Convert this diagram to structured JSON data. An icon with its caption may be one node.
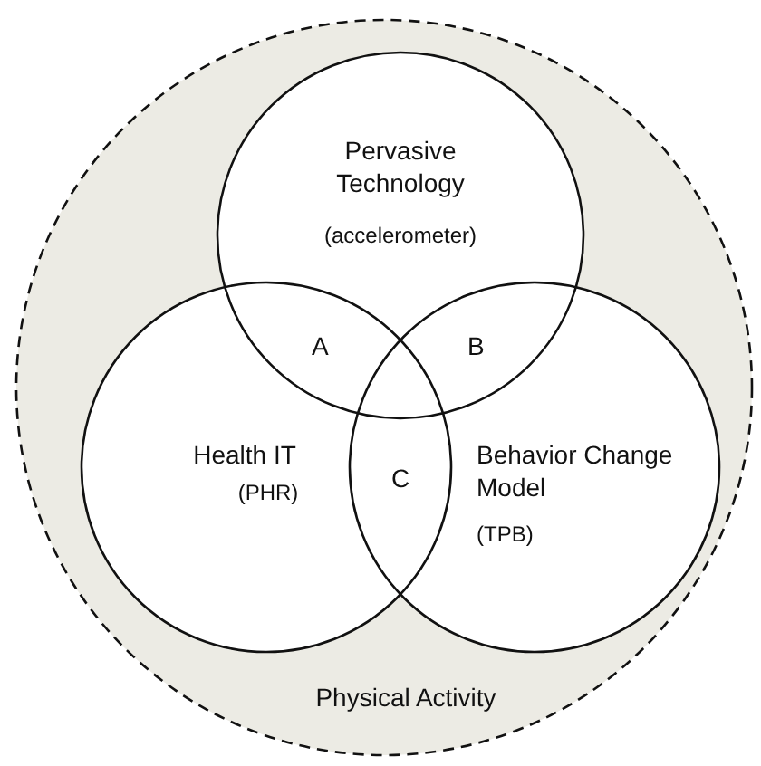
{
  "diagram": {
    "nodes": [
      {
        "text": [
          "Physical Activity"
        ]
      },
      {
        "text": [
          "Pervasive Technology",
          "(accelerometer)"
        ],
        "in": 0
      },
      {
        "text": [
          "Health IT",
          "(PHR)"
        ],
        "in": 0
      },
      {
        "text": [
          "Behavior Change Model",
          "(TPB)"
        ],
        "in": 0
      }
    ],
    "labels": [
      "A",
      "B",
      "C"
    ]
  }
}
